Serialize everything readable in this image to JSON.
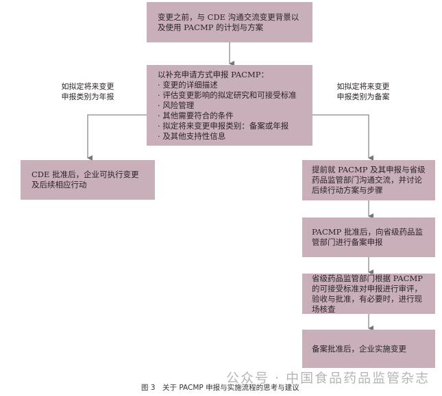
{
  "box1": "变更之前，与 CDE 沟通交流变更背景以及使用 PACMP 的计划与方案",
  "box2": {
    "title": "以补充申请方式申报 PACMP：",
    "items": [
      "变更的详细描述",
      "评估变更影响的拟定研究和可接受标准",
      "风险管理",
      "其他需要符合的条件",
      "拟定将来变更申报类别：备案或年报",
      "及其他支持性信息"
    ]
  },
  "left_label": [
    "如拟定将来变更",
    "申报类别为年报"
  ],
  "right_label": [
    "如拟定将来变更",
    "申报类别为备案"
  ],
  "left_box": "CDE 批准后，企业可执行变更及后续相应行动",
  "right_boxes": [
    "提前就 PACMP 及其申报与省级药品监管部门沟通交流，并讨论后续行动方案与步骤",
    "PACMP 批准后，向省级药品监管部门进行备案申报",
    "省级药品监管部门根据 PACMP 的可接受标准对申报进行审评，验收与批准，有必要时，进行现场核查",
    "备案批准后，企业实施变更"
  ],
  "caption": "图 3　关于 PACMP 申报与实施流程的思考与建议",
  "watermark": "公众号 · 中国食品药品监管杂志"
}
